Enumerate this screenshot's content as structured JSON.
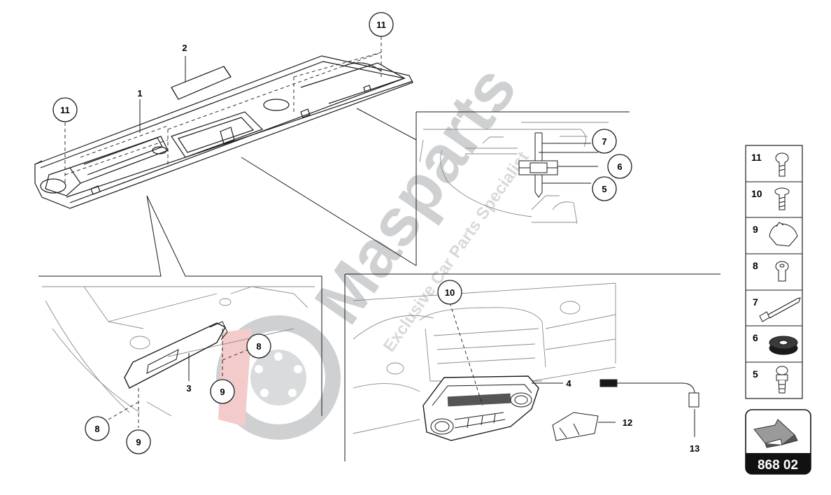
{
  "callouts": {
    "c1": "1",
    "c2": "2",
    "c3": "3",
    "c4": "4",
    "c5": "5",
    "c6": "6",
    "c7": "7",
    "c8a": "8",
    "c8b": "8",
    "c9a": "9",
    "c9b": "9",
    "c10": "10",
    "c11a": "11",
    "c11b": "11",
    "c12": "12",
    "c13": "13"
  },
  "legend": [
    {
      "num": "11",
      "icon": "bolt-round-head-icon"
    },
    {
      "num": "10",
      "icon": "screw-flange-icon"
    },
    {
      "num": "9",
      "icon": "cap-cover-icon"
    },
    {
      "num": "8",
      "icon": "torx-screw-icon"
    },
    {
      "num": "7",
      "icon": "rivet-icon"
    },
    {
      "num": "6",
      "icon": "threaded-nut-icon"
    },
    {
      "num": "5",
      "icon": "expanding-clip-icon"
    }
  ],
  "page_code": "868 02",
  "watermark": {
    "brand": "Masparts",
    "tagline": "Exclusive Car Parts Specialist"
  },
  "colors": {
    "line": "#1a1a1a",
    "watermark_grey": "#c9cbcd",
    "watermark_red": "#f3c6c6",
    "label_box": "#111111"
  }
}
